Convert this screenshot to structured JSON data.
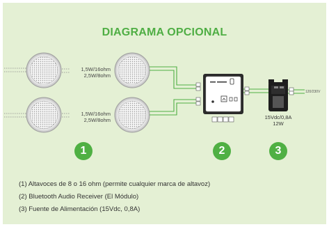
{
  "title": "DIAGRAMA OPCIONAL",
  "speakers": [
    {
      "line1": "1,5W/16ohm",
      "line2": "2,5W/8ohm"
    },
    {
      "line1": "1,5W/16ohm",
      "line2": "2,5W/8ohm"
    }
  ],
  "power_spec": {
    "line1": "15Vdc/0,8A",
    "line2": "12W"
  },
  "mains_label": "120/230V",
  "numbers": [
    "1",
    "2",
    "3"
  ],
  "legend": [
    "(1) Altavoces de 8 o 16 ohm (permite cualquier marca de altavoz)",
    "(2) Bluetooth Audio Receiver (El Módulo)",
    "(3) Fuente de Alimentación (15Vdc, 0,8A)"
  ],
  "colors": {
    "background": "#e4f0d4",
    "accent": "#4fb043",
    "title": "#4fae44"
  }
}
